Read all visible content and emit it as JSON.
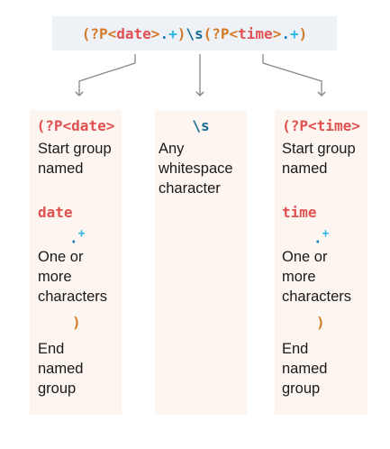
{
  "regex": {
    "open1": "(?P<",
    "name1": "date",
    "close1": ">",
    "dot1": ".",
    "plus1": "+",
    "end1": ")",
    "ws": "\\s",
    "open2": "(?P<",
    "name2": "time",
    "close2": ">",
    "dot2": ".",
    "plus2": "+",
    "end2": ")"
  },
  "columns": [
    {
      "head_prefix": "(?P<",
      "head_name": "date",
      "head_suffix": ">",
      "start_text": "Start group named",
      "group_name": "date",
      "dot": ".",
      "plus": "+",
      "chars_text": "One or more characters",
      "close": ")",
      "end_text": "End named group"
    },
    {
      "head": "\\s",
      "desc": "Any whitespace character"
    },
    {
      "head_prefix": "(?P<",
      "head_name": "time",
      "head_suffix": ">",
      "start_text": "Start group named",
      "group_name": "time",
      "dot": ".",
      "plus": "+",
      "chars_text": "One or more characters",
      "close": ")",
      "end_text": "End named group"
    }
  ],
  "colors": {
    "paren": "#d47a2b",
    "group_name": "#e05252",
    "dot": "#1f7fb8",
    "plus": "#2bb5e5",
    "whitespace": "#176c96",
    "column_bg": "#fdf5ef",
    "regex_bg": "#eef2f7",
    "connector": "#888888"
  }
}
